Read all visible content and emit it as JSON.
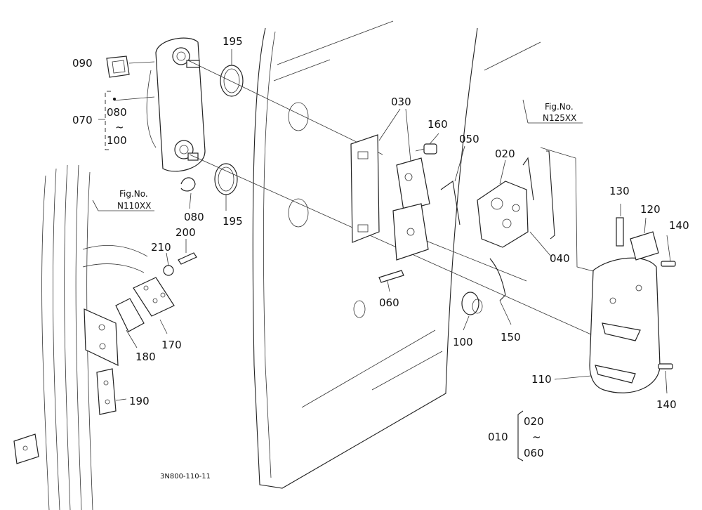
{
  "callouts": [
    {
      "id": "090",
      "text": "090"
    },
    {
      "id": "070",
      "text": "070"
    },
    {
      "id": "080a",
      "text": "080"
    },
    {
      "id": "tilde1",
      "text": "~"
    },
    {
      "id": "100a",
      "text": "100"
    },
    {
      "id": "195a",
      "text": "195"
    },
    {
      "id": "195b",
      "text": "195"
    },
    {
      "id": "080b",
      "text": "080"
    },
    {
      "id": "200",
      "text": "200"
    },
    {
      "id": "210",
      "text": "210"
    },
    {
      "id": "170",
      "text": "170"
    },
    {
      "id": "180",
      "text": "180"
    },
    {
      "id": "190",
      "text": "190"
    },
    {
      "id": "030",
      "text": "030"
    },
    {
      "id": "160",
      "text": "160"
    },
    {
      "id": "050",
      "text": "050"
    },
    {
      "id": "020a",
      "text": "020"
    },
    {
      "id": "040",
      "text": "040"
    },
    {
      "id": "060a",
      "text": "060"
    },
    {
      "id": "100b",
      "text": "100"
    },
    {
      "id": "150",
      "text": "150"
    },
    {
      "id": "130",
      "text": "130"
    },
    {
      "id": "120",
      "text": "120"
    },
    {
      "id": "140a",
      "text": "140"
    },
    {
      "id": "110",
      "text": "110"
    },
    {
      "id": "140b",
      "text": "140"
    },
    {
      "id": "010",
      "text": "010"
    },
    {
      "id": "020b",
      "text": "020"
    },
    {
      "id": "tilde2",
      "text": "~"
    },
    {
      "id": "060b",
      "text": "060"
    }
  ],
  "fig_refs": [
    {
      "label": "Fig.No.",
      "number": "N125XX"
    },
    {
      "label": "Fig.No.",
      "number": "N110XX"
    }
  ],
  "drawing_code": "3N800-110-11"
}
